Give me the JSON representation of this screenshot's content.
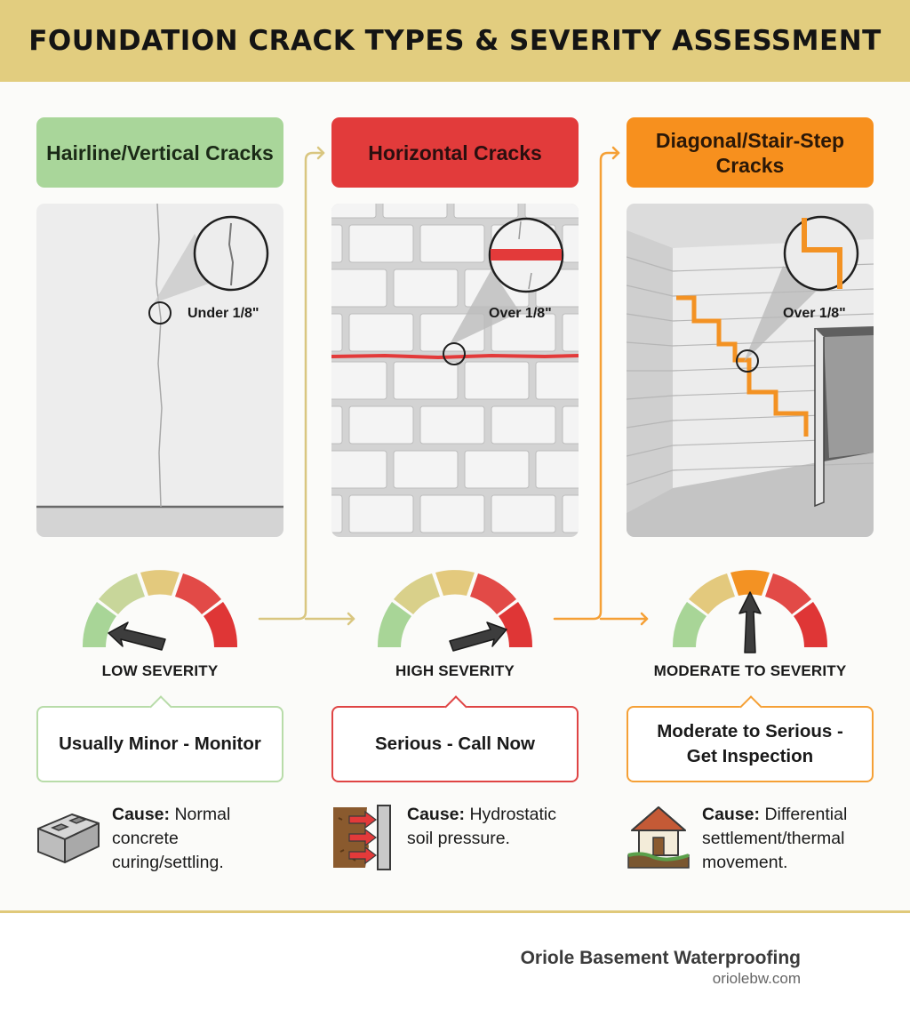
{
  "title": "FOUNDATION CRACK TYPES & SEVERITY ASSESSMENT",
  "colors": {
    "banner": "#e2cd7f",
    "green": "#a9d69a",
    "red": "#e23b3b",
    "orange": "#f7901e",
    "gold_line": "#d9c680"
  },
  "columns": [
    {
      "title": "Hairline/Vertical Cracks",
      "measure": "Under 1/8\"",
      "severity_label": "LOW SEVERITY",
      "severity_level": 0.15,
      "recommendation": "Usually Minor - Monitor",
      "cause_label": "Cause:",
      "cause_text": " Normal concrete curing/settling.",
      "icon": "concrete-block-icon",
      "accent": "#a9d69a"
    },
    {
      "title": "Horizontal Cracks",
      "measure": "Over 1/8\"",
      "severity_label": "HIGH SEVERITY",
      "severity_level": 0.85,
      "recommendation": "Serious - Call Now",
      "cause_label": "Cause:",
      "cause_text": " Hydrostatic soil pressure.",
      "icon": "soil-pressure-icon",
      "accent": "#e23b3b"
    },
    {
      "title": "Diagonal/Stair-Step Cracks",
      "measure": "Over 1/8\"",
      "severity_label": "MODERATE TO SEVERITY",
      "severity_level": 0.5,
      "recommendation": "Moderate to Serious - Get Inspection",
      "cause_label": "Cause:",
      "cause_text": " Differential settlement/thermal movement.",
      "icon": "house-settlement-icon",
      "accent": "#f7901e"
    }
  ],
  "footer": {
    "company": "Oriole Basement Waterproofing",
    "website": "oriolebw.com"
  }
}
